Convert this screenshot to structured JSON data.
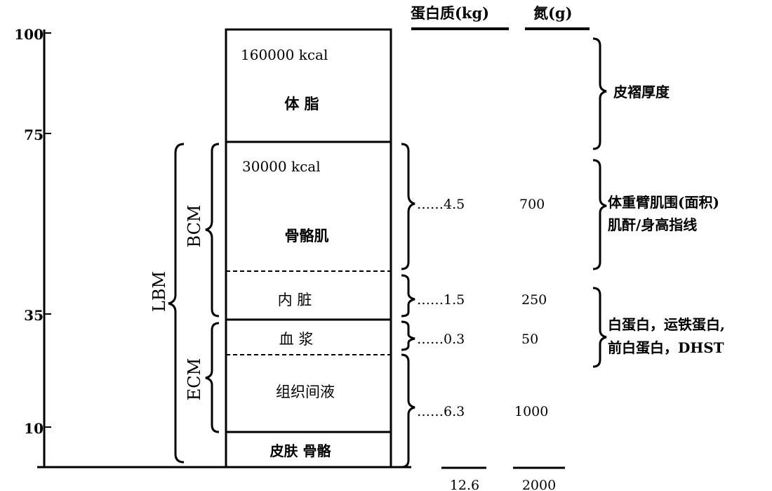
{
  "axis": {
    "ticks": [
      "100",
      "75",
      "35",
      "10"
    ]
  },
  "headers": {
    "protein": "蛋白质(kg)",
    "nitrogen": "氮(g)"
  },
  "compartments": {
    "fat_energy": "160000 kcal",
    "fat": "体 脂",
    "muscle_energy": "30000 kcal",
    "muscle": "骨骼肌",
    "viscera": "内 脏",
    "plasma": "血 浆",
    "interstitial": "组织间液",
    "skin_bone": "皮肤 骨骼"
  },
  "groups": {
    "lbm": "LBM",
    "bcm": "BCM",
    "ecm": "ECM"
  },
  "values": [
    {
      "protein": "……4.5",
      "nitrogen": "700"
    },
    {
      "protein": "……1.5",
      "nitrogen": "250"
    },
    {
      "protein": "……0.3",
      "nitrogen": "50"
    },
    {
      "protein": "……6.3",
      "nitrogen": "1000"
    }
  ],
  "totals": {
    "protein": "12.6",
    "nitrogen": "2000"
  },
  "assessments": {
    "skinfold": "皮褶厚度",
    "muscle_1": "体重臂肌围(面积)",
    "muscle_2": "肌酐/身高指线",
    "protein_1": "白蛋白，运铁蛋白,",
    "protein_2": "前白蛋白，DHST"
  }
}
